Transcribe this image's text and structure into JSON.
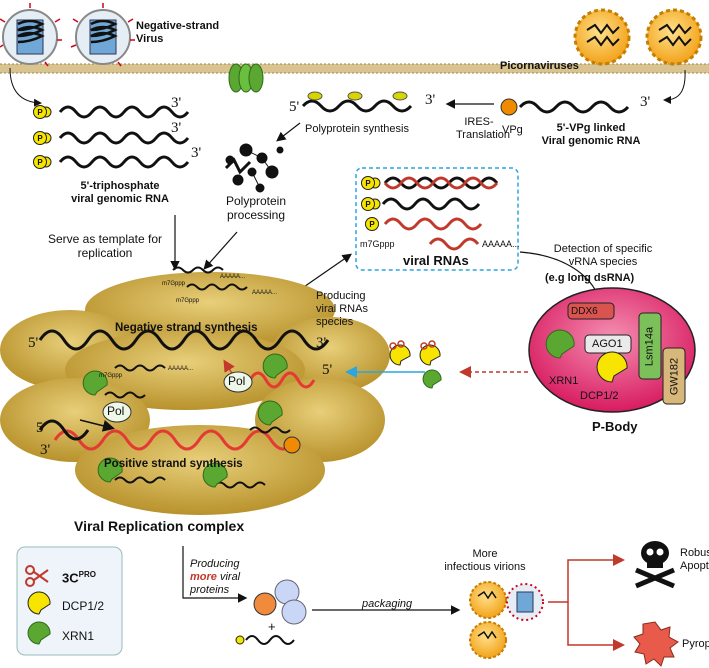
{
  "labels": {
    "negative_strand_virus": "Negative-strand\nVirus",
    "picornaviruses": "Picornaviruses",
    "three_prime": "3'",
    "five_prime": "5'",
    "p": "P",
    "polyprotein_synthesis": "Polyprotein synthesis",
    "ires_translation": "IRES-\nTranslation",
    "vpg": "VPg",
    "vpg_linked": "5'-VPg linked\nViral genomic RNA",
    "triphosphate": "5'-triphosphate\nviral genomic RNA",
    "polyprotein_processing": "Polyprotein\nprocessing",
    "serve_template": "Serve as template for\nreplication",
    "viral_rnas": "viral RNAs",
    "m7gppp": "m7Gppp",
    "aaaaa": "AAAAA...",
    "detection": "Detection of specific\nvRNA species",
    "long_dsrna": "(e.g long dsRNA)",
    "producing_viral_rnas": "Producing\nviral RNAs\nspecies",
    "negative_strand_synthesis": "Negative strand synthesis",
    "positive_strand_synthesis": "Positive strand synthesis",
    "pol": "Pol",
    "viral_replication_complex": "Viral Replication complex",
    "pbody": "P-Body",
    "ddx6": "DDX6",
    "ago1": "AGO1",
    "lsm14a": "Lsm14a",
    "xrn1": "XRN1",
    "dcp12": "DCP1/2",
    "gw182": "GW182",
    "legend_3c_main": "3C",
    "legend_3c_sup": "PRO",
    "legend_dcp": "DCP1/2",
    "legend_xrn1": "XRN1",
    "producing_more_1": "Producing",
    "producing_more_2": "more",
    "producing_more_3": " viral",
    "producing_more_4": "proteins",
    "packaging": "packaging",
    "more_infectious": "More\ninfectious virions",
    "robust_apoptosis": "Robust\nApoptosis",
    "pyroptosis": "Pyroptosis",
    "plus": "+"
  },
  "colors": {
    "membrane": "#c9b27a",
    "complex": "#c9a63a",
    "virus_orange": "#f5a623",
    "virus_red": "#d0021b",
    "pbody": "#e8447a",
    "rna_red": "#c0392b",
    "cyan_dash": "#2ba6de",
    "arrow_red": "#c0392b",
    "yellow": "#f7e400",
    "green": "#5aa832"
  }
}
